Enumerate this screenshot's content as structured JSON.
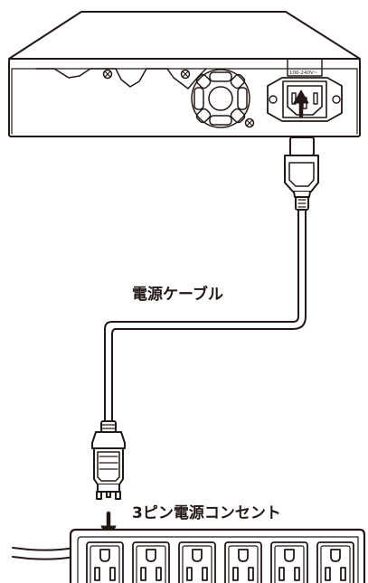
{
  "labels": {
    "power_cable": "電源ケーブル",
    "power_strip": "3ピン電源コンセント",
    "voltage_marking": "100-240V~"
  },
  "colors": {
    "line": "#231815",
    "fill": "#ffffff"
  },
  "icons": {
    "device": "network-device-rear-panel",
    "fan": "fan-icon",
    "inlet": "iec-c14-inlet",
    "connector": "iec-c13-connector",
    "plug": "three-pin-plug",
    "strip": "power-strip",
    "arrow": "arrow-icon"
  },
  "power_strip": {
    "outlet_count": 6
  }
}
